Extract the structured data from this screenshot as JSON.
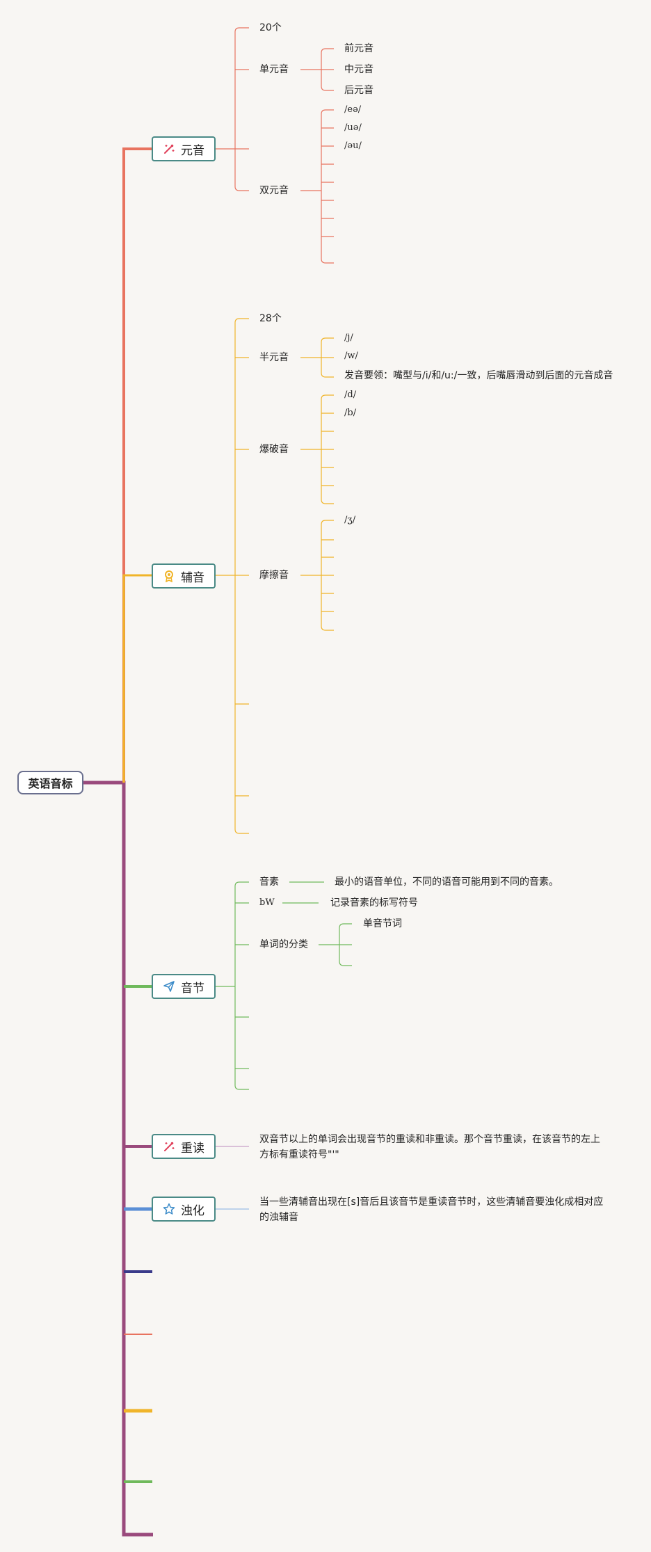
{
  "root": {
    "label": "英语音标"
  },
  "branches": {
    "vowel": {
      "label": "元音",
      "icon": "magic-wand-icon",
      "color": "#e8735f",
      "count": "20个",
      "monophthong": {
        "label": "单元音",
        "items": [
          "前元音",
          "中元音",
          "后元音"
        ]
      },
      "diphthong": {
        "label": "双元音",
        "items": [
          "/eə/",
          "/uə/",
          "/əu/"
        ]
      }
    },
    "consonant": {
      "label": "辅音",
      "icon": "award-icon",
      "color": "#f0b429",
      "count": "28个",
      "semivowel": {
        "label": "半元音",
        "items": [
          "/j/",
          "/w/",
          "发音要领：嘴型与/i/和/u:/一致，后嘴唇滑动到后面的元音成音"
        ]
      },
      "plosive": {
        "label": "爆破音",
        "items": [
          "/d/",
          "/b/"
        ]
      },
      "fricative": {
        "label": "摩擦音",
        "items": [
          "/ʒ/"
        ]
      }
    },
    "syllable": {
      "label": "音节",
      "icon": "send-icon",
      "color": "#6fb95b",
      "phoneme": {
        "label": "音素",
        "desc": "最小的语音单位，不同的语音可能用到不同的音素。"
      },
      "bw": {
        "label": "bW",
        "desc": "记录音素的标写符号"
      },
      "word_class": {
        "label": "单词的分类",
        "items": [
          "单音节词"
        ]
      }
    },
    "stress": {
      "label": "重读",
      "icon": "magic-wand-icon",
      "color": "#9a4a7c",
      "desc": "双音节以上的单词会出现音节的重读和非重读。那个音节重读，在该音节的左上方标有重读符号\"'\""
    },
    "voicing": {
      "label": "浊化",
      "icon": "star-icon",
      "color": "#5b8fd6",
      "desc": "当一些清辅音出现在[s]音后且该音节是重读音节时，这些清辅音要浊化成相对应的浊辅音"
    }
  },
  "colors": {
    "trunk": "#9a4a7c",
    "stress_leaf": "#c8a0c8",
    "voicing_leaf": "#9cbce6",
    "stub_navy": "#3a3a8a",
    "stub_salmon": "#e8735f",
    "stub_yellow": "#f0b429",
    "stub_green": "#6fb95b",
    "stub_purple": "#8a3a8a",
    "node_border": "#4a8a86"
  }
}
